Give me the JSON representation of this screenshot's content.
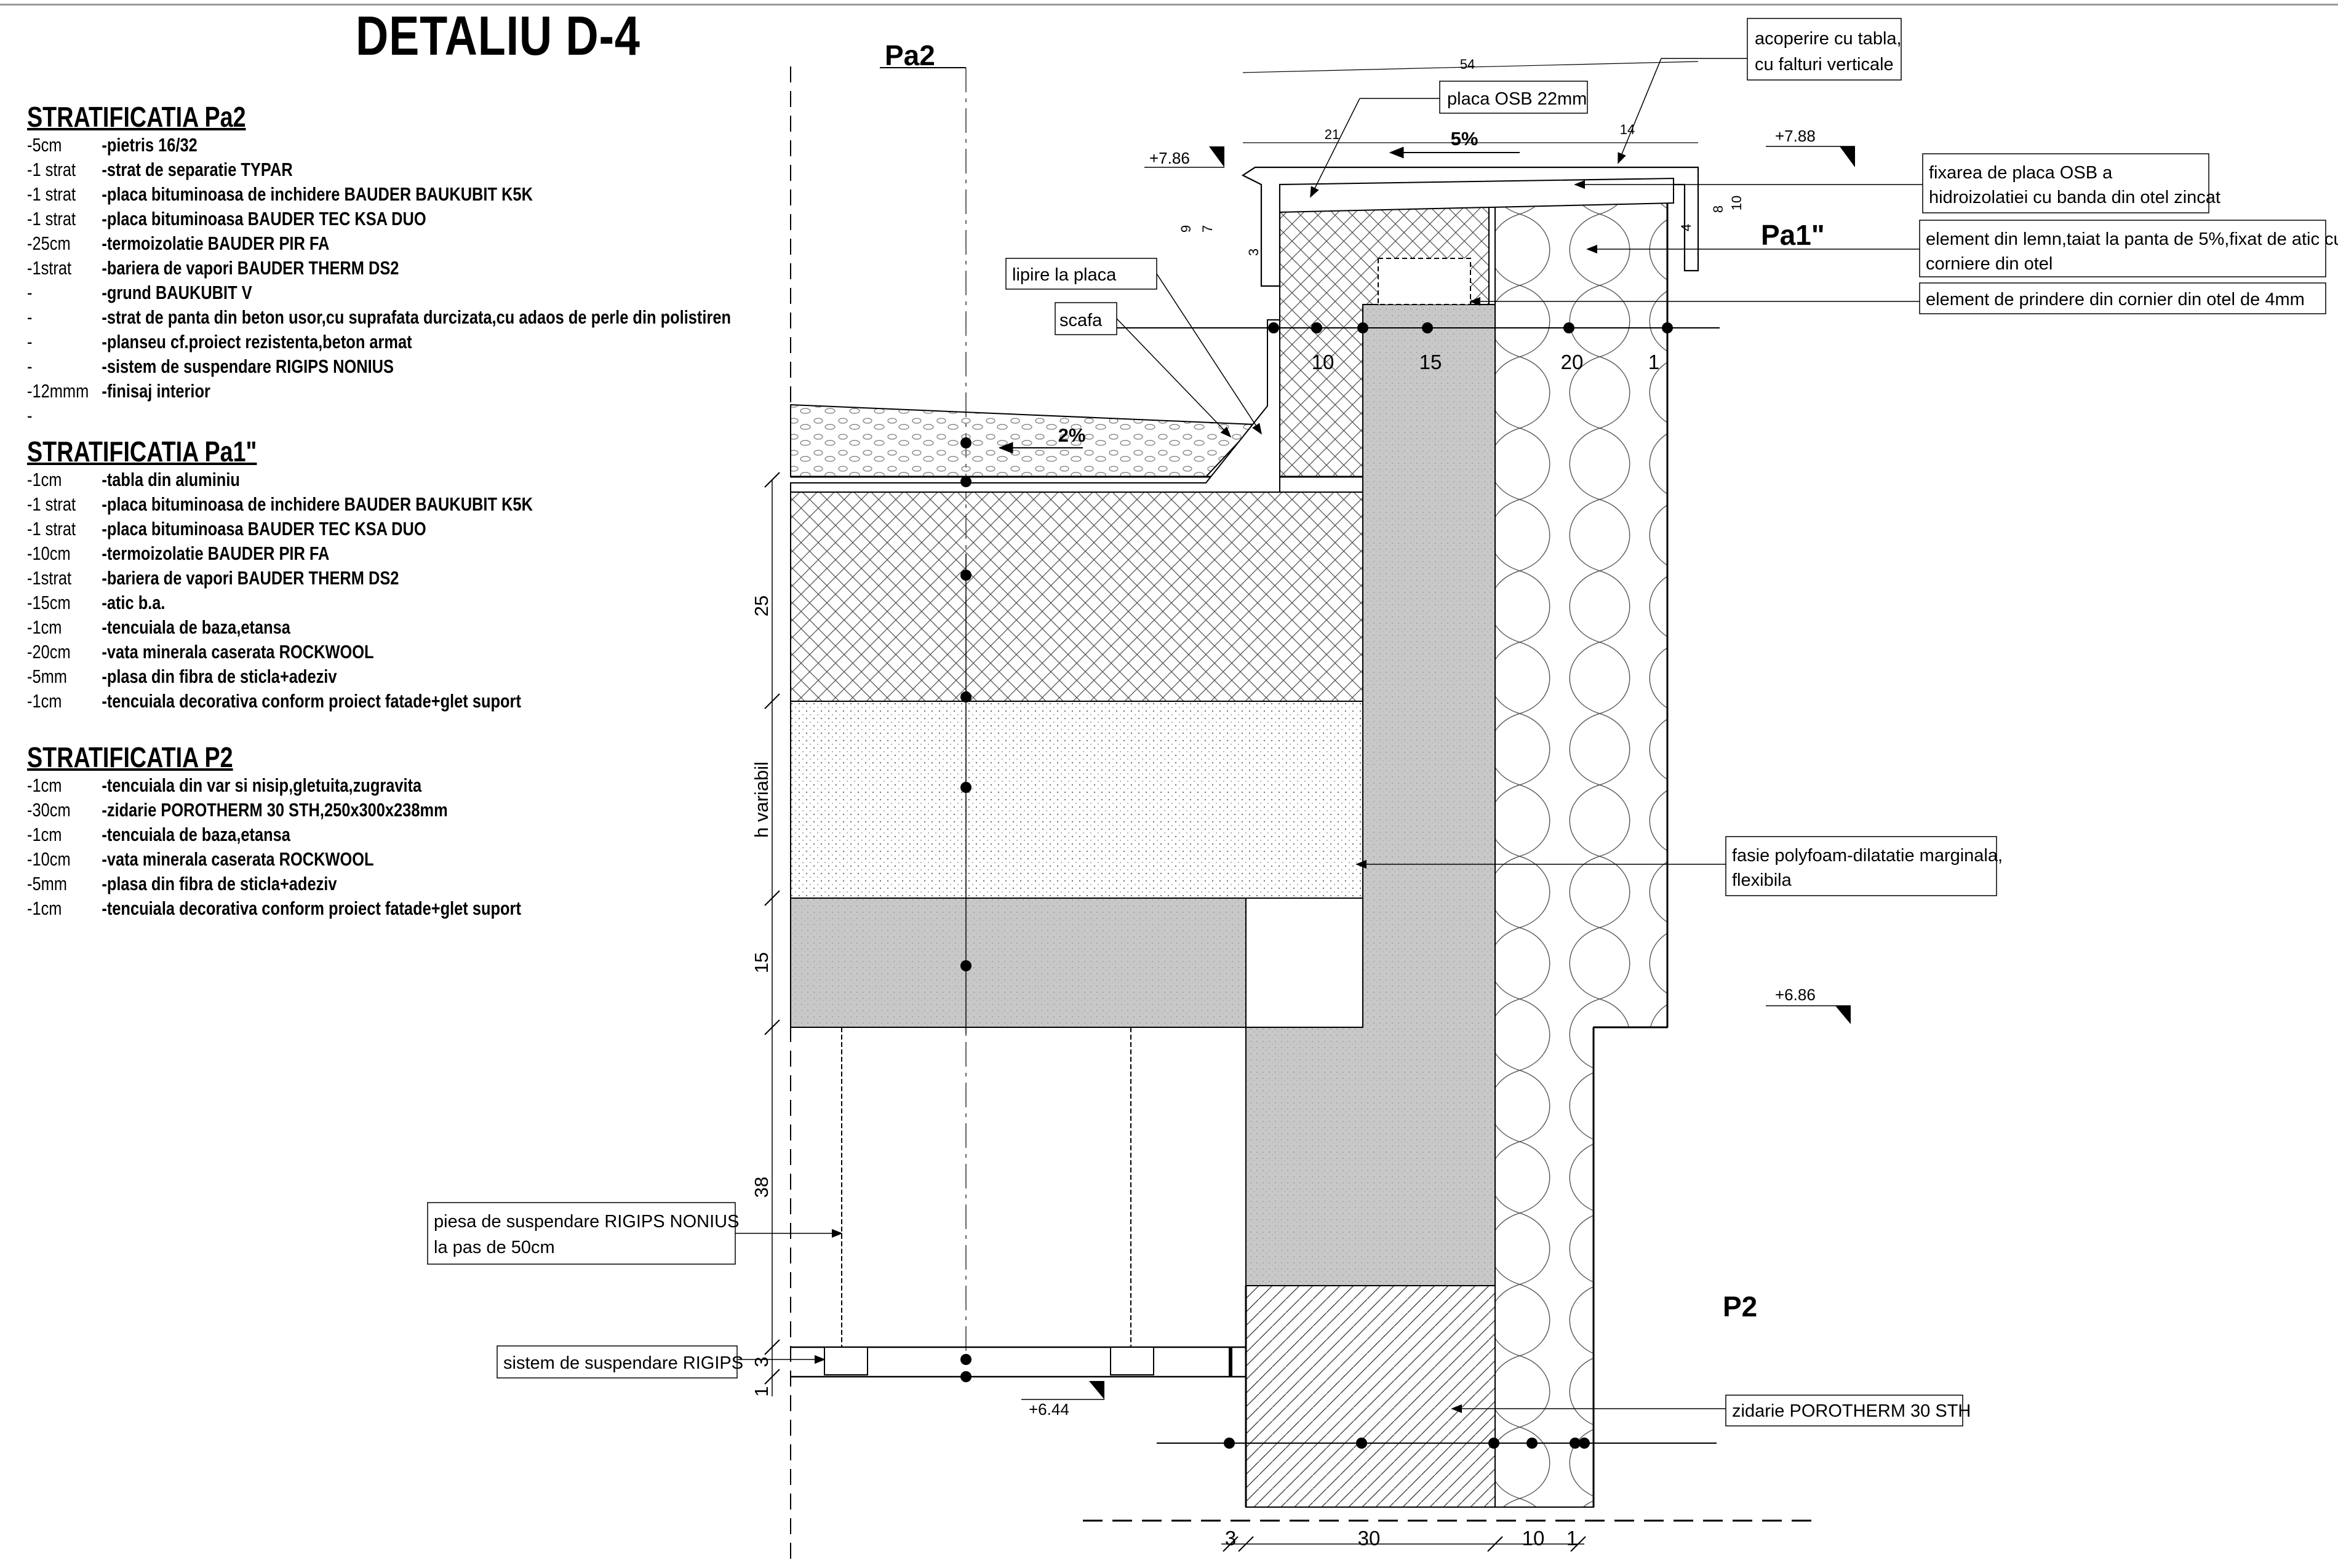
{
  "title": "DETALIU D-4",
  "legends": [
    {
      "heading": "STRATIFICATIA Pa2",
      "rows": [
        {
          "q": "-5cm",
          "d": "-pietris 16/32"
        },
        {
          "q": "-1 strat",
          "d": "-strat de separatie TYPAR"
        },
        {
          "q": "-1 strat",
          "d": "-placa bituminoasa de inchidere BAUDER BAUKUBIT K5K"
        },
        {
          "q": "-1 strat",
          "d": "-placa bituminoasa BAUDER TEC KSA DUO"
        },
        {
          "q": "-25cm",
          "d": "-termoizolatie BAUDER PIR FA"
        },
        {
          "q": "-1strat",
          "d": "-bariera de vapori BAUDER THERM DS2"
        },
        {
          "q": "-",
          "d": "-grund BAUKUBIT V"
        },
        {
          "q": "-",
          "d": "-strat de panta din beton usor,cu suprafata durcizata,cu adaos de perle din polistiren"
        },
        {
          "q": "-",
          "d": "-planseu cf.proiect rezistenta,beton armat"
        },
        {
          "q": "-",
          "d": "-sistem de suspendare RIGIPS NONIUS"
        },
        {
          "q": "-12mmm",
          "d": "-finisaj interior"
        },
        {
          "q": "-",
          "d": ""
        }
      ]
    },
    {
      "heading": "STRATIFICATIA Pa1\"",
      "rows": [
        {
          "q": "-1cm",
          "d": "-tabla din aluminiu"
        },
        {
          "q": "-1 strat",
          "d": "-placa bituminoasa de inchidere BAUDER BAUKUBIT K5K"
        },
        {
          "q": "-1 strat",
          "d": "-placa bituminoasa BAUDER TEC KSA DUO"
        },
        {
          "q": "-10cm",
          "d": "-termoizolatie BAUDER PIR FA"
        },
        {
          "q": "-1strat",
          "d": "-bariera de vapori BAUDER THERM DS2"
        },
        {
          "q": "-15cm",
          "d": "-atic b.a."
        },
        {
          "q": "-1cm",
          "d": "-tencuiala de baza,etansa"
        },
        {
          "q": "-20cm",
          "d": "-vata minerala caserata ROCKWOOL"
        },
        {
          "q": "-5mm",
          "d": "-plasa din fibra de sticla+adeziv"
        },
        {
          "q": "-1cm",
          "d": "-tencuiala decorativa conform proiect fatade+glet suport"
        }
      ]
    },
    {
      "heading": "STRATIFICATIA P2",
      "rows": [
        {
          "q": "-1cm",
          "d": "-tencuiala din var si nisip,gletuita,zugravita"
        },
        {
          "q": "-30cm",
          "d": "-zidarie POROTHERM 30 STH,250x300x238mm"
        },
        {
          "q": "-1cm",
          "d": "-tencuiala de baza,etansa"
        },
        {
          "q": "-10cm",
          "d": "-vata minerala caserata ROCKWOOL"
        },
        {
          "q": "-5mm",
          "d": "-plasa din fibra de sticla+adeziv"
        },
        {
          "q": "-1cm",
          "d": "-tencuiala decorativa conform proiect fatade+glet suport"
        }
      ]
    }
  ],
  "zone_labels": {
    "pa2": "Pa2",
    "pa1": "Pa1\"",
    "p2": "P2"
  },
  "callouts": {
    "cover_line1": "acoperire cu tabla,",
    "cover_line2": "cu falturi verticale",
    "osb": "placa OSB 22mm",
    "fix_line1": "fixarea de placa OSB a",
    "fix_line2": "hidroizolatiei cu banda din otel zincat",
    "wood_line1": "element din lemn,taiat la panta de 5%,fixat de atic cu",
    "wood_line2": "corniere din otel",
    "corner": "element de prindere din cornier din otel de 4mm",
    "glue": "lipire la placa",
    "stair": "scafa",
    "foam_line1": "fasie polyfoam-dilatatie marginala,",
    "foam_line2": "flexibila",
    "hanger_line1": "piesa de suspendare RIGIPS NONIUS",
    "hanger_line2": "la pas de 50cm",
    "susp": "sistem de suspendare RIGIPS",
    "porotherm": "zidarie POROTHERM 30 STH"
  },
  "levels": {
    "l786": "+7.86",
    "l788": "+7.88",
    "l686": "+6.86",
    "l644": "+6.44"
  },
  "slopes": {
    "roof": "2%",
    "cap": "5%"
  },
  "dims": {
    "top": [
      "10",
      "15",
      "20",
      "1"
    ],
    "bottom": [
      "3",
      "30",
      "10",
      "1"
    ],
    "vertical": [
      "25",
      "h variabil",
      "15",
      "38",
      "3",
      "1"
    ],
    "cap_54": "54",
    "cap_21": "21",
    "cap_14": "14",
    "cap_9": "9",
    "cap_7": "7",
    "cap_3": "3",
    "cap_8": "8",
    "cap_10": "10",
    "cap_4": "4"
  },
  "colors": {
    "line": "#000000",
    "concrete": "#c8c8c8",
    "insulation": "#ffffff",
    "paper": "#ffffff"
  }
}
